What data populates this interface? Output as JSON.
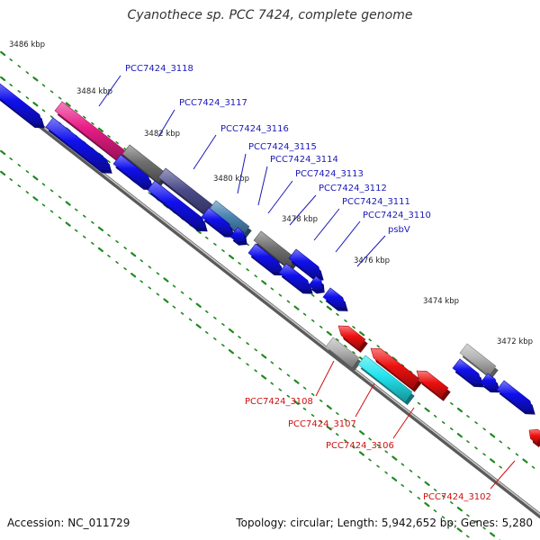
{
  "title": "Cyanothece sp. PCC 7424, complete genome",
  "footer": {
    "accession": "Accession: NC_011729",
    "summary": "Topology: circular; Length: 5,942,652 bp; Genes: 5,280"
  },
  "colors": {
    "background": "#ffffff",
    "backbone": "#808080",
    "tick_dot": "#1e8a1e",
    "forward_gene": "#1010ee",
    "reverse_gene": "#ee1010",
    "forward_label": "#1a1ab8",
    "reverse_label": "#cc1111",
    "magenta_gene": "#e81c86",
    "cyan_gene": "#22e4ee",
    "steel_gene": "#4a84b0",
    "slate_gene": "#4a4a8a",
    "gray_gene": "#707070",
    "light_gray_gene": "#b4b4b4"
  },
  "scale_labels": [
    "3486 kbp",
    "3484 kbp",
    "3482 kbp",
    "3480 kbp",
    "3478 kbp",
    "3476 kbp",
    "3474 kbp",
    "3472 kbp"
  ],
  "forward_labels": [
    "PCC7424_3118",
    "PCC7424_3117",
    "PCC7424_3116",
    "PCC7424_3115",
    "PCC7424_3114",
    "PCC7424_3113",
    "PCC7424_3112",
    "PCC7424_3111",
    "PCC7424_3110",
    "psbV"
  ],
  "reverse_labels": [
    "PCC7424_3108",
    "PCC7424_3107",
    "PCC7424_3106",
    "PCC7424_3102"
  ]
}
